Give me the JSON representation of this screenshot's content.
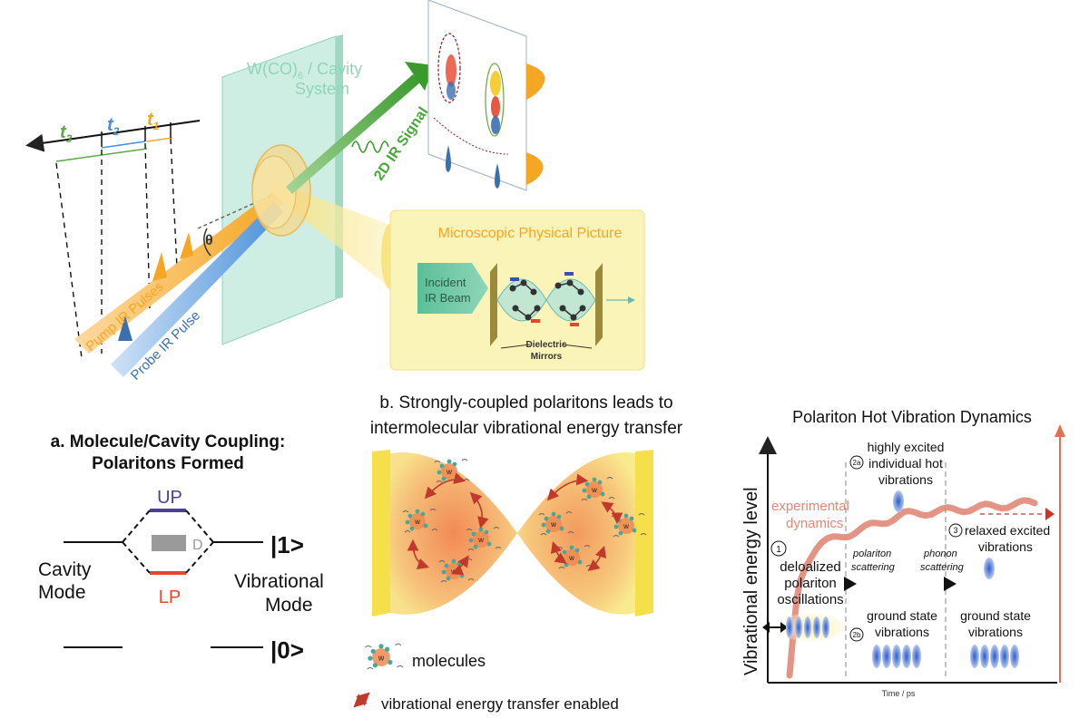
{
  "top": {
    "system_label_line1": "W(CO)",
    "system_label_sub": "6",
    "system_label_line1_suffix": " / Cavity",
    "system_label_line2": "System",
    "signal_label": "2D IR Signal",
    "pump_label": "Pump IR Pulses",
    "probe_label": "Probe IR Pulse",
    "theta": "θ",
    "t_labels": [
      {
        "base": "t",
        "sub": "3"
      },
      {
        "base": "t",
        "sub": "2"
      },
      {
        "base": "t",
        "sub": "1"
      }
    ],
    "micro": {
      "title": "Microscopic Physical Picture",
      "beam_line1": "Incident",
      "beam_line2": "IR Beam",
      "mirrors_line1": "Dielectric",
      "mirrors_line2": "Mirrors"
    }
  },
  "panel_a": {
    "title_line1": "a. Molecule/Cavity Coupling:",
    "title_line2": "Polaritons Formed",
    "up": "UP",
    "d": "D",
    "lp": "LP",
    "cavity_line1": "Cavity",
    "cavity_line2": "Mode",
    "vib_line1": "Vibrational",
    "vib_line2": "Mode",
    "ket1": "1",
    "ket0": "0"
  },
  "panel_b": {
    "title_line1": "b. Strongly-coupled polaritons leads to",
    "title_line2": "intermolecular vibrational energy transfer",
    "legend_molecules": "molecules",
    "legend_transfer": "vibrational energy transfer enabled",
    "molecule_letter": "w"
  },
  "panel_c": {
    "title": "Polariton Hot Vibration Dynamics",
    "ylabel": "Vibrational energy level",
    "xlabel": "Time / ps",
    "experimental_line1": "experimental",
    "experimental_line2": "dynamics",
    "step1_num": "1",
    "step1_line1": "deloalized",
    "step1_line2": "polariton",
    "step1_line3": "oscillations",
    "step2a_num": "2a",
    "step2a_line1": "highly excited",
    "step2a_line2": "individual hot",
    "step2a_line3": "vibrations",
    "step2b_num": "2b",
    "step2b_line1": "ground state",
    "step2b_line2": "vibrations",
    "step3_num": "3",
    "step3_line1": "relaxed excited",
    "step3_line2": "vibrations",
    "ground_right_line1": "ground state",
    "ground_right_line2": "vibrations",
    "polariton_scattering_line1": "polariton",
    "polariton_scattering_line2": "scattering",
    "phonon_scattering_line1": "phonon",
    "phonon_scattering_line2": "scattering"
  },
  "colors": {
    "pump": "#f5a623",
    "probe": "#4a90d9",
    "signal": "#4aa83a",
    "up": "#4a3f9e",
    "lp": "#e8452c",
    "trace": "#e08878",
    "cavity_plane": "#bfe8da",
    "micro_bg": "#fbf4b9"
  }
}
